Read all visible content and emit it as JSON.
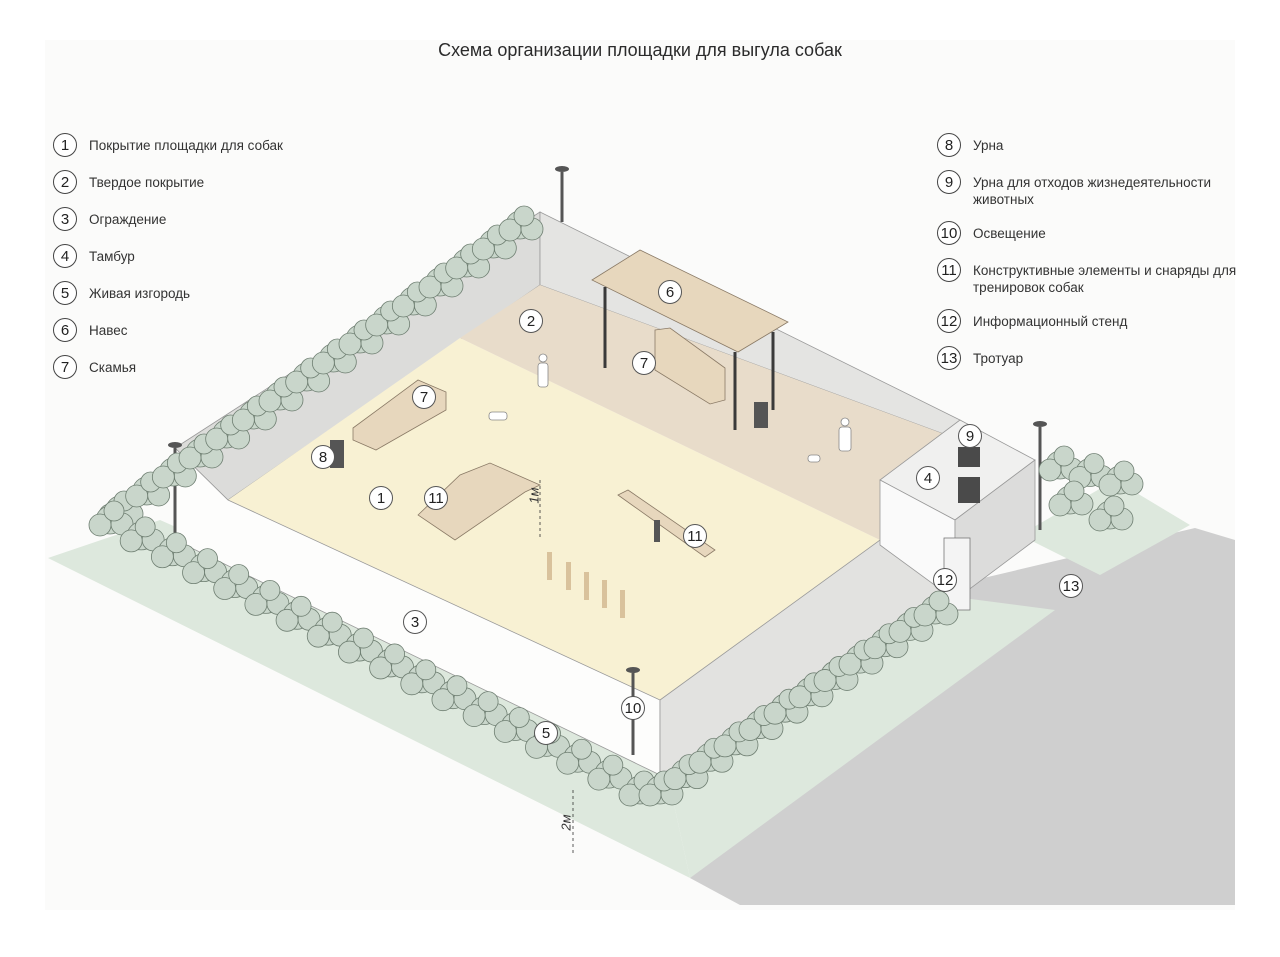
{
  "title": "Схема организации площадки для выгула собак",
  "legend_left": [
    {
      "num": "1",
      "text": "Покрытие площадки для собак"
    },
    {
      "num": "2",
      "text": "Твердое покрытие"
    },
    {
      "num": "3",
      "text": "Ограждение"
    },
    {
      "num": "4",
      "text": "Тамбур"
    },
    {
      "num": "5",
      "text": "Живая изгородь"
    },
    {
      "num": "6",
      "text": "Навес"
    },
    {
      "num": "7",
      "text": "Скамья"
    }
  ],
  "legend_right": [
    {
      "num": "8",
      "text": "Урна"
    },
    {
      "num": "9",
      "text": "Урна для отходов жизнедеятельности животных"
    },
    {
      "num": "10",
      "text": "Освещение"
    },
    {
      "num": "11",
      "text": "Конструктивные элементы и снаряды для тренировок собак"
    },
    {
      "num": "12",
      "text": "Информационный стенд"
    },
    {
      "num": "13",
      "text": "Тротуар"
    }
  ],
  "tags": [
    "1",
    "2",
    "3",
    "4",
    "5",
    "6",
    "7",
    "7",
    "8",
    "9",
    "10",
    "11",
    "11",
    "12",
    "13"
  ],
  "dimensions": {
    "fence_height": "2м",
    "equipment_height": "1м"
  },
  "colors": {
    "dog_area": "#f8f1d3",
    "hard_surface": "#e8dcca",
    "fence": "#dcdcda",
    "lawn": "#dde8dd",
    "sidewalk": "#cfcfcf",
    "hedge": "#c9d6cb",
    "wood": "#e7d7bd"
  }
}
